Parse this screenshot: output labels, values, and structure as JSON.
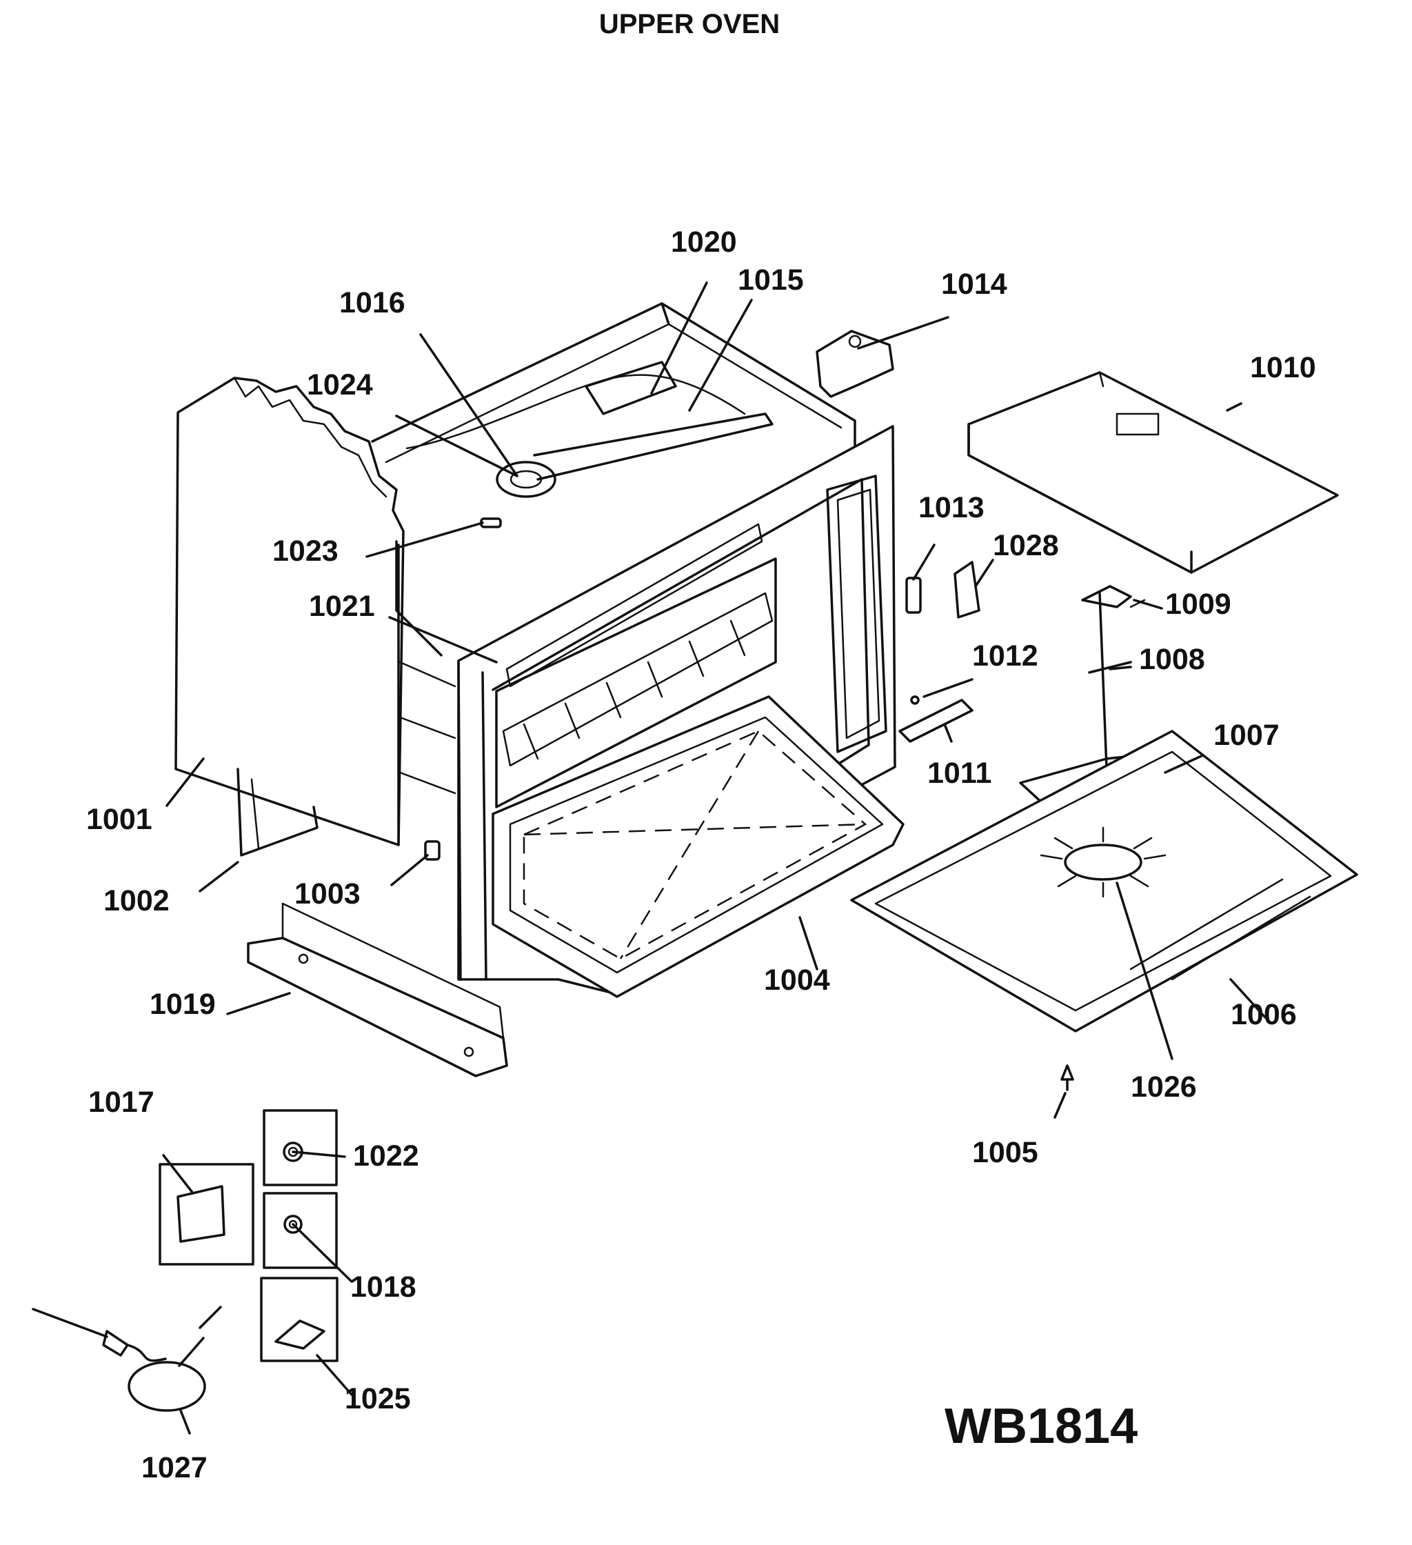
{
  "title": "UPPER OVEN",
  "drawing_code": "WB1814",
  "parts": [
    {
      "id": "p1001",
      "label": "1001"
    },
    {
      "id": "p1002",
      "label": "1002"
    },
    {
      "id": "p1003",
      "label": "1003"
    },
    {
      "id": "p1004",
      "label": "1004"
    },
    {
      "id": "p1005",
      "label": "1005"
    },
    {
      "id": "p1006",
      "label": "1006"
    },
    {
      "id": "p1007",
      "label": "1007"
    },
    {
      "id": "p1008",
      "label": "1008"
    },
    {
      "id": "p1009",
      "label": "1009"
    },
    {
      "id": "p1010",
      "label": "1010"
    },
    {
      "id": "p1011",
      "label": "1011"
    },
    {
      "id": "p1012",
      "label": "1012"
    },
    {
      "id": "p1013",
      "label": "1013"
    },
    {
      "id": "p1014",
      "label": "1014"
    },
    {
      "id": "p1015",
      "label": "1015"
    },
    {
      "id": "p1016",
      "label": "1016"
    },
    {
      "id": "p1017",
      "label": "1017"
    },
    {
      "id": "p1018",
      "label": "1018"
    },
    {
      "id": "p1019",
      "label": "1019"
    },
    {
      "id": "p1020",
      "label": "1020"
    },
    {
      "id": "p1021",
      "label": "1021"
    },
    {
      "id": "p1022",
      "label": "1022"
    },
    {
      "id": "p1023",
      "label": "1023"
    },
    {
      "id": "p1024",
      "label": "1024"
    },
    {
      "id": "p1025",
      "label": "1025"
    },
    {
      "id": "p1026",
      "label": "1026"
    },
    {
      "id": "p1027",
      "label": "1027"
    },
    {
      "id": "p1028",
      "label": "1028"
    }
  ]
}
